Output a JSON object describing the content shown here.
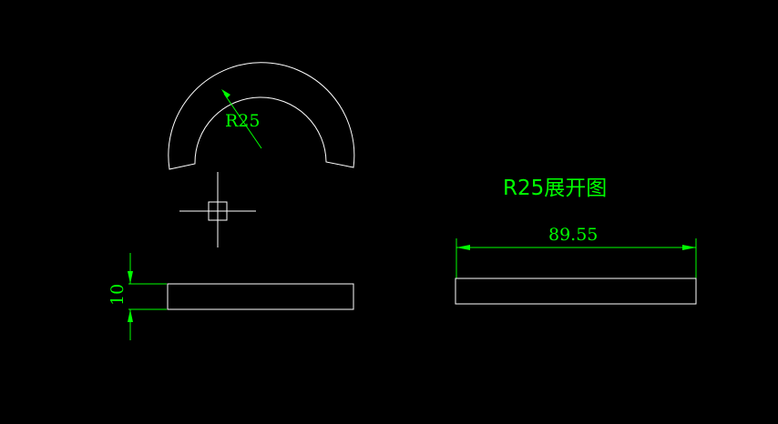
{
  "drawing": {
    "background_color": "#000000",
    "outline_color": "#ffffff",
    "dimension_color": "#00ff00",
    "arc": {
      "radius_label": "R25"
    },
    "side_view": {
      "thickness_label": "10"
    },
    "flat_pattern": {
      "title": "R25展开图",
      "length_label": "89.55"
    }
  }
}
